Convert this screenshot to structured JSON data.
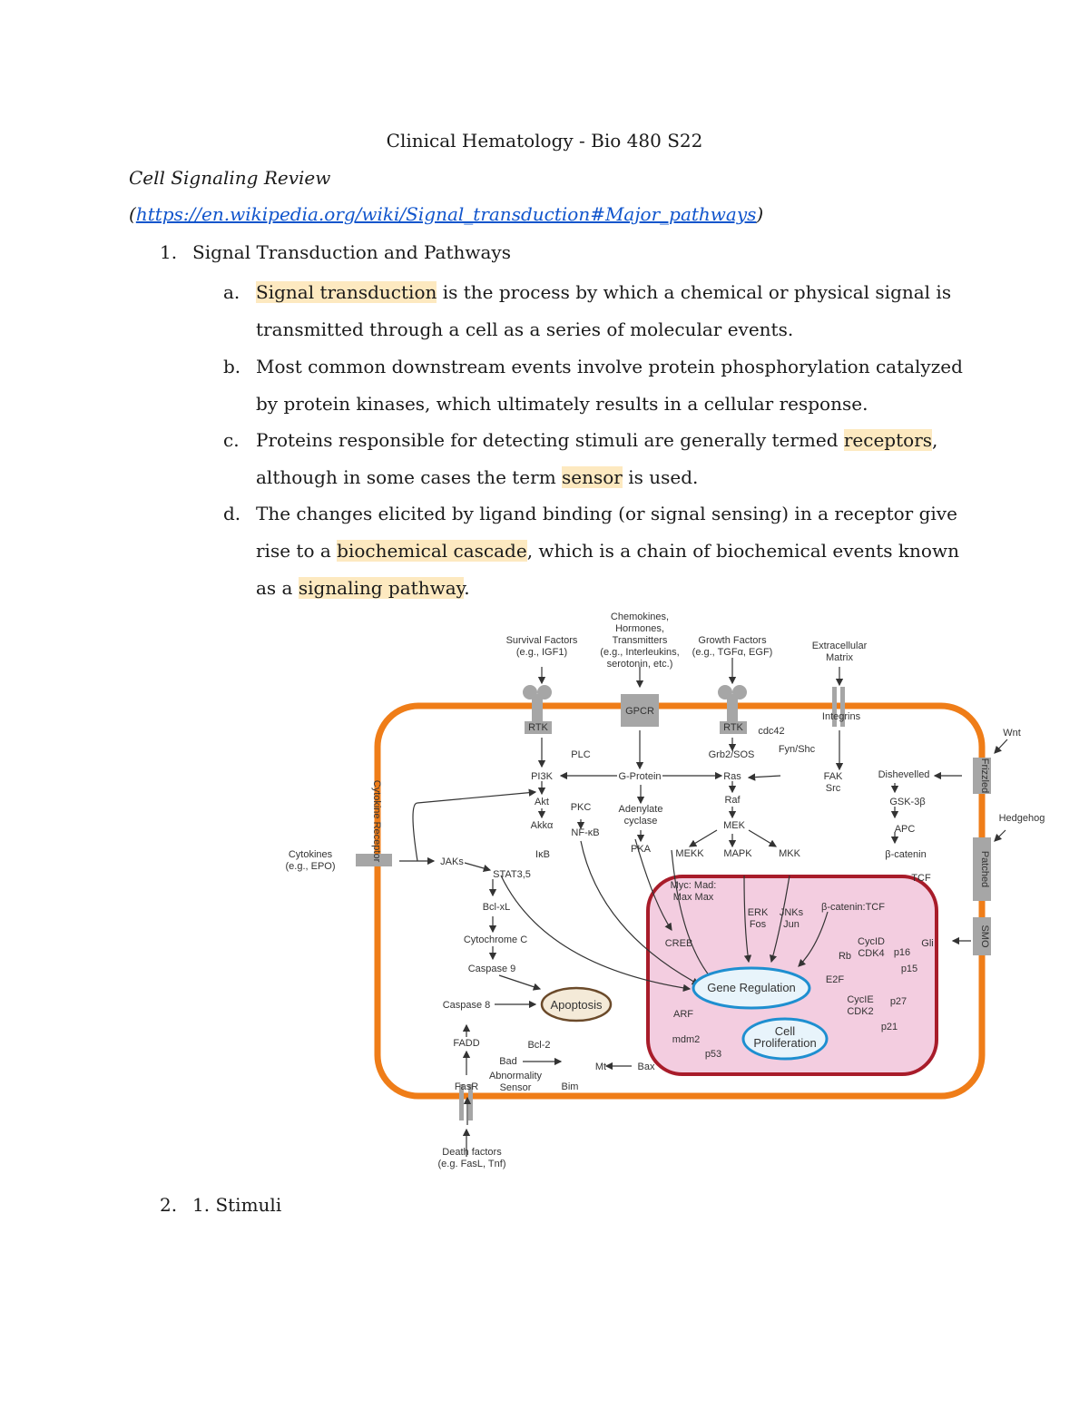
{
  "document": {
    "title": "Clinical Hematology - Bio 480 S22",
    "subtitle": "Cell Signaling Review",
    "link": {
      "open": "(",
      "url": "https://en.wikipedia.org/wiki/Signal_transduction#Major_pathways",
      "close": ")"
    },
    "list": [
      {
        "number": "1.",
        "text": "Signal Transduction and Pathways",
        "items": [
          {
            "label": "a.",
            "parts": [
              {
                "text": "Signal transduction",
                "highlight": true
              },
              {
                "text": " is the process by which a chemical or physical signal is transmitted through a cell as a series of molecular events.",
                "highlight": false
              }
            ]
          },
          {
            "label": "b.",
            "parts": [
              {
                "text": "Most common downstream events involve protein phosphorylation catalyzed by protein kinases, which ultimately results in a cellular response.",
                "highlight": false
              }
            ]
          },
          {
            "label": "c.",
            "parts": [
              {
                "text": "Proteins responsible for detecting stimuli are generally termed ",
                "highlight": false
              },
              {
                "text": "receptors",
                "highlight": true
              },
              {
                "text": ", although in some cases the term ",
                "highlight": false
              },
              {
                "text": "sensor",
                "highlight": true
              },
              {
                "text": " is used.",
                "highlight": false
              }
            ]
          },
          {
            "label": "d.",
            "parts": [
              {
                "text": "The changes elicited by ligand binding (or signal sensing) in a receptor give rise to a ",
                "highlight": false
              },
              {
                "text": "biochemical cascade",
                "highlight": true
              },
              {
                "text": ", which is a chain of biochemical events known as a ",
                "highlight": false
              },
              {
                "text": "signaling pathway",
                "highlight": true
              },
              {
                "text": ".",
                "highlight": false
              }
            ]
          }
        ]
      },
      {
        "number": "2.",
        "text": "1. Stimuli"
      }
    ],
    "highlight_color": "#fde9c0",
    "link_color": "#1155cc"
  },
  "diagram": {
    "colors": {
      "membrane": "#ef7d18",
      "nucleus_border": "#a81c2a",
      "nucleus_fill": "#f3cde0",
      "receptor": "#a6a6a6"
    },
    "labels": {
      "survival": [
        "Survival Factors",
        "(e.g., IGF1)"
      ],
      "chemokines": [
        "Chemokines,",
        "Hormones,",
        "Transmitters",
        "(e.g., Interleukins,",
        "serotonin, etc.)"
      ],
      "growth": [
        "Growth Factors",
        "(e.g., TGFα, EGF)"
      ],
      "ecm": [
        "Extracellular",
        "Matrix"
      ],
      "wnt": "Wnt",
      "hedgehog": "Hedgehog",
      "cytokines": [
        "Cytokines",
        "(e.g., EPO)"
      ],
      "death": [
        "Death factors",
        "(e.g. FasL, Tnf)"
      ],
      "rtk1": "RTK",
      "gpcr": "GPCR",
      "rtk2": "RTK",
      "integrins": "Integrins",
      "frizzled": "Frizzled",
      "patched": "Patched",
      "smo": "SMO",
      "cytokine_receptor": "Cytokine Receptor",
      "fasr": "FasR",
      "cdc42": "cdc42",
      "plc": "PLC",
      "gprotein": "G-Protein",
      "pi3k": "PI3K",
      "akt": "Akt",
      "akk": "Akkα",
      "pkc": "PKC",
      "nfkb": "NF-κB",
      "ib": "IκB",
      "adenylate": [
        "Adenylate",
        "cyclase"
      ],
      "pka": "PKA",
      "grb2": "Grb2/SOS",
      "fyn": "Fyn/Shc",
      "ras": "Ras",
      "raf": "Raf",
      "mek": "MEK",
      "fak": [
        "FAK",
        "Src"
      ],
      "mekk": "MEKK",
      "mapk": "MAPK",
      "mkk": "MKK",
      "dishevelled": "Dishevelled",
      "gsk": "GSK-3β",
      "apc": "APC",
      "bcat": "β-catenin",
      "tcf": "TCF",
      "jaks": "JAKs",
      "stat": "STAT3,5",
      "bclxl": "Bcl-xL",
      "cytc": "Cytochrome C",
      "casp9": "Caspase 9",
      "casp8": "Caspase 8",
      "apoptosis": "Apoptosis",
      "fadd": "FADD",
      "bcl2": "Bcl-2",
      "bad": "Bad",
      "mt": "Mt",
      "bax": "Bax",
      "abn": [
        "Abnormality",
        "Sensor"
      ],
      "bim": "Bim",
      "myc": [
        "Myc: Mad:",
        "Max  Max"
      ],
      "erk": [
        "ERK",
        "Fos"
      ],
      "jnks": [
        "JNKs",
        "Jun"
      ],
      "bcattcf": "β-catenin:TCF",
      "creb": "CREB",
      "gene": "Gene Regulation",
      "cell": [
        "Cell",
        "Proliferation"
      ],
      "arf": "ARF",
      "mdm2": "mdm2",
      "p53": "p53",
      "rb": "Rb",
      "e2f": "E2F",
      "cycd": [
        "CycID",
        "CDK4"
      ],
      "p16": "p16",
      "p15": "p15",
      "cyce": [
        "CycIE",
        "CDK2"
      ],
      "p27": "p27",
      "p21": "p21",
      "gli": "Gli"
    }
  }
}
